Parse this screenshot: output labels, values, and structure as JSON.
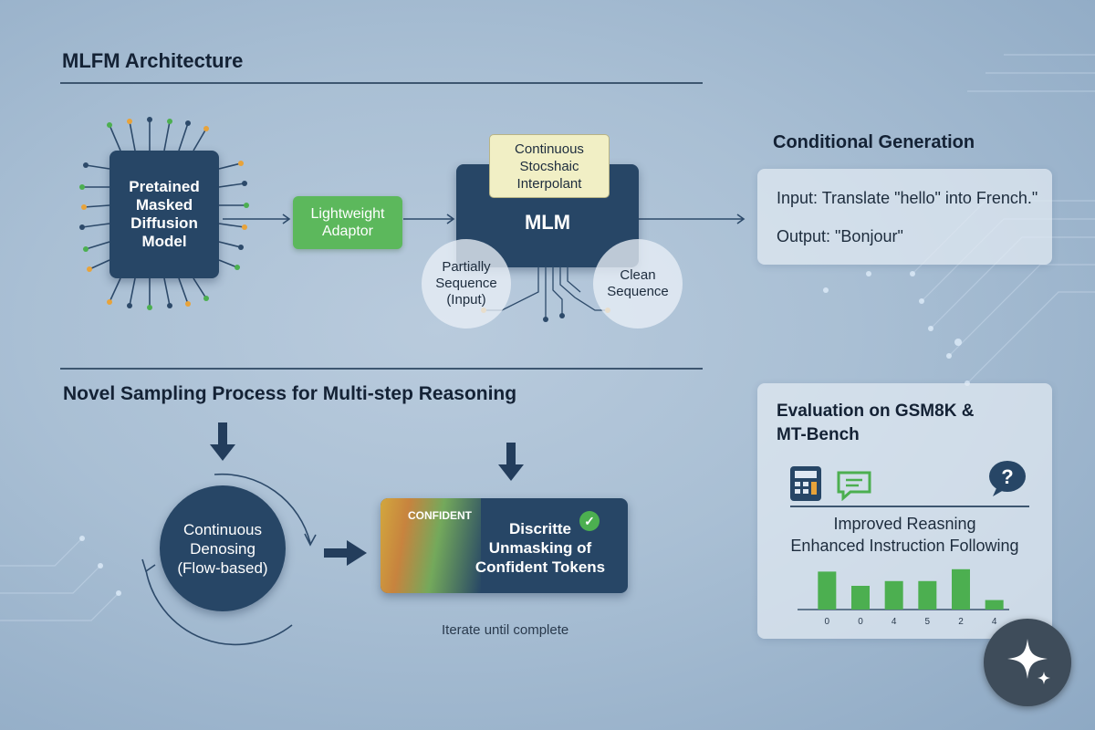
{
  "architecture": {
    "title": "MLFM Architecture",
    "pretrained_model": "Pretained Masked Diffusion Model",
    "adaptor": "Lightweight Adaptor",
    "interpolant": "Continuous Stocshaic Interpolant",
    "mlm": "MLM",
    "partial_sequence": "Partially Sequence (Input)",
    "clean_sequence": "Clean Sequence"
  },
  "conditional": {
    "title": "Conditional Generation",
    "input": "Input: Translate \"hello\" into French.\"",
    "output": "Output: \"Bonjour\""
  },
  "sampling": {
    "title": "Novel Sampling Process for Multi-step Reasoning",
    "denoising": "Continuous Denosing (Flow-based)",
    "confident_tag": "CONFIDENT",
    "unmasking": "Discritte Unmasking of Confident Tokens",
    "iterate": "Iterate until complete"
  },
  "evaluation": {
    "title": "Evaluation on GSM8K & MT-Bench",
    "line1": "Improved Reasning",
    "line2": "Enhanced Instruction Following",
    "icons": [
      "calculator-icon",
      "chat-icon",
      "question-icon"
    ],
    "chart_data": {
      "type": "bar",
      "categories": [
        "0",
        "0",
        "4",
        "5",
        "2",
        "4"
      ],
      "values": [
        0.8,
        0.5,
        0.6,
        0.6,
        0.85,
        0.2
      ],
      "bar_color": "#4caf50"
    }
  },
  "colors": {
    "navy": "#274666",
    "green": "#5cb85c",
    "interpolant_bg": "#f1efc5"
  }
}
